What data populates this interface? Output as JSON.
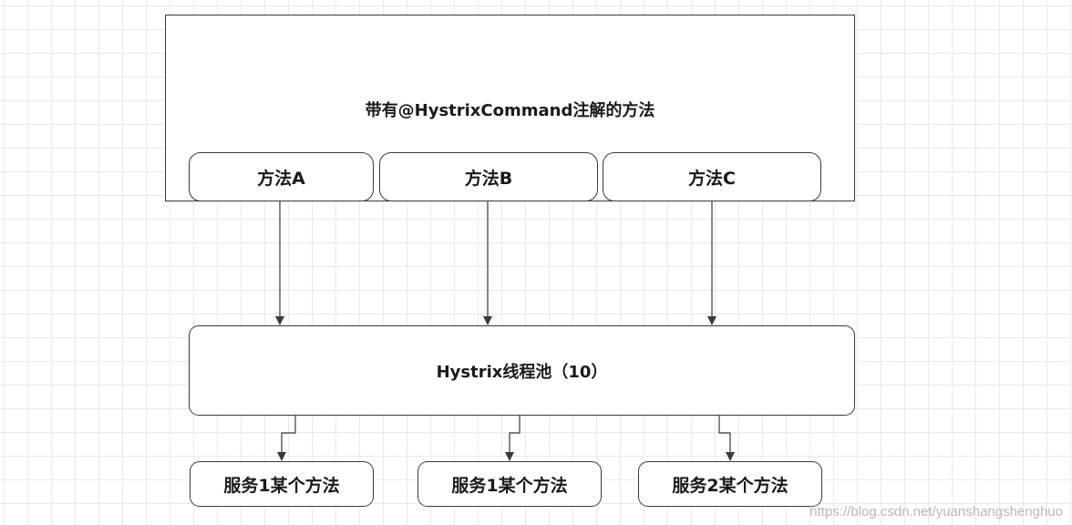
{
  "diagram": {
    "container": {
      "title": "带有@HystrixCommand注解的方法",
      "methods": [
        "方法A",
        "方法B",
        "方法C"
      ]
    },
    "pool": {
      "label": "Hystrix线程池（10）"
    },
    "services": [
      "服务1某个方法",
      "服务1某个方法",
      "服务2某个方法"
    ],
    "edges": [
      {
        "from": "方法A",
        "to": "Hystrix线程池（10）"
      },
      {
        "from": "方法B",
        "to": "Hystrix线程池（10）"
      },
      {
        "from": "方法C",
        "to": "Hystrix线程池（10）"
      },
      {
        "from": "Hystrix线程池（10）",
        "to": "服务1某个方法"
      },
      {
        "from": "Hystrix线程池（10）",
        "to": "服务1某个方法"
      },
      {
        "from": "Hystrix线程池（10）",
        "to": "服务2某个方法"
      }
    ]
  },
  "watermark": "https://blog.csdn.net/yuanshangshenghuo",
  "colors": {
    "stroke": "#3a3a3a",
    "grid": "#e9e9e9",
    "watermark": "#b8b8b8"
  }
}
